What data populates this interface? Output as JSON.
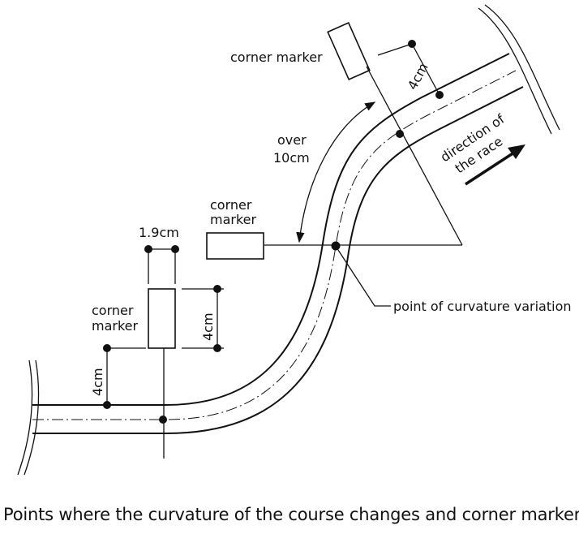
{
  "labels": {
    "corner_marker_top": "corner marker",
    "corner_marker_mid_1": "corner",
    "corner_marker_mid_2": "marker",
    "corner_marker_left_1": "corner",
    "corner_marker_left_2": "marker",
    "over_1": "over",
    "over_2": "10cm",
    "direction_1": "direction of",
    "direction_2": "the race",
    "dim_4cm_top": "4cm",
    "dim_4cm_left": "4cm",
    "dim_4cm_marker": "4cm",
    "dim_1_9cm": "1.9cm",
    "point_curvature": "point of curvature variation"
  },
  "caption": "Points where the curvature of the course changes and corner marker",
  "colors": {
    "line": "#111111",
    "background": "#ffffff"
  }
}
